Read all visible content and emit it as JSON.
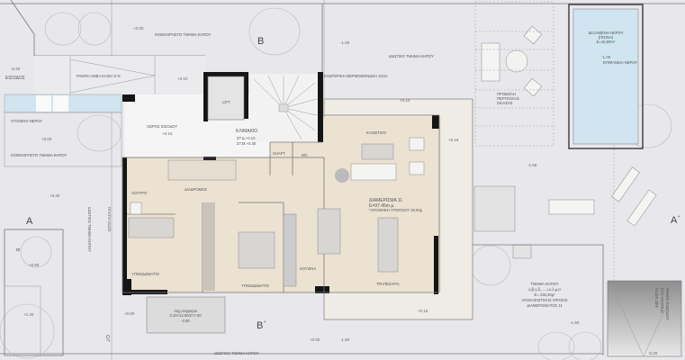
{
  "colors": {
    "background": "#e8e8ec",
    "interior": "#ece2d2",
    "terrace": "#efece6",
    "entrance_floor": "#f5f5f5",
    "water": "#cfe5f0",
    "walls": "#151515"
  },
  "labels": {
    "common_garden_top": "ΚΟΙΝΟΧΡΗΣΤΟ ΤΜΗΜΑ ΚΗΠΟΥ",
    "common_garden_left": "ΚΟΙΝΟΧΡΗΣΤΟ ΤΜΗΜΑ ΚΗΠΟΥ",
    "private_garden_top": "ΙΔΙΩΤΙΚΟ ΤΜΗΜΑ ΚΗΠΟΥ",
    "private_garden_bottom": "ΙΔΙΩΤΙΚΟ ΤΜΗΜΑ ΚΗΠΟΥ",
    "private_garden_vertical": "ΙΔΙΩΤΙΚΟ ΤΜΗΜΑ ΚΗΠΟΥ",
    "side_road": "ΠΛΑΓΙΑ ΟΔΟΣ",
    "insulation": "ΕΞΩΤΕΡΙΚΗ ΘΕΡΜΟΜΟΝΩΣΗ 10cm",
    "entrance": "ΕΙΣΟΔΟΣ",
    "ramp": "ΡΑΜΠΑ ΑΜΕΑ ΚΛΙΣΗ 6 %",
    "water_feature": "ΣΤΟΙΧΕΙΟ ΝΕΡΟΥ",
    "lift": "LIFT",
    "entrance_hall": "ΧΩΡΟΣ ΕΙΣΟΔΟΥ",
    "stairwell": "ΚΛΙΜΑΚΙΟ",
    "stair_levels": [
      "ΣΤ.Δ.+0.10",
      "ΣΤ.Μ.+0.30"
    ],
    "shaft": "SHAFT",
    "wc": "WC",
    "living_room": "ΚΑΘΙΣΤΙΚΟ",
    "bathroom": "ΛΟΥΤΡΟ",
    "corridor": "ΔΙΑΔΡΟΜΟΣ",
    "bedroom_1": "ΥΠΝΟΔΩΜΑΤΙΟ",
    "bedroom_2": "ΥΠΝΟΔΩΜΑΤΙΟ",
    "kitchen": "ΚΟΥΖΙΝΑ",
    "dining": "ΤΡΑΠΕΖΑΡΙΑ",
    "apartment": [
      "ΔΙΑΜΕΡΙΣΜΑ 11",
      "Ε=97.45m μ.",
      "*ΑΠΟΘΗΚΗ ΥΠΟΓΕΙΟΥ 33,00μ"
    ],
    "pool": [
      "ΔΕΞΑΜΕΝΗ ΝΕΡΟΥ",
      "(ΠΙΣΙΝΑ)",
      "Ε=16,80m²"
    ],
    "water_surface": "ΕΠΙΦΑΝΕΙΑ ΝΕΡΟΥ",
    "pergola": [
      "ΠΡΟΒΟΛΗ",
      "ΠΕΡΓΚΟΛΑΣ",
      "ΣΚΙΑΣΗΣ"
    ],
    "garden_part": [
      "ΤΜΗΜΑ ΚΗΠΟΥ",
      "α,β,γ,δ,......ι,κ,λ,μ,α",
      "Ε= 236,30μ²",
      "ΑΠΟΚΛΕΙΣΤΙΚΗΣ ΧΡΗΣΗΣ",
      "ΔΙΑΜΕΡΙΣΜΑΤΟΣ 11"
    ],
    "pit": [
      "τοιχ.ανηφορια",
      "3.10×14.00/2×7.00",
      "-2.80"
    ],
    "ramp_down": [
      "ΡΑΜΠΑ ΚΑΘΟΔΟΥ",
      "ΣΤΟ ΥΠΟΓΕΙΟ",
      "ΚΛΙΣΗ 20%"
    ],
    "og": "Ο.Γ"
  },
  "zones": {
    "A": "A",
    "A_prime": "A΄",
    "B": "B",
    "B_prime": "B΄",
    "B_circle": "B"
  },
  "levels": {
    "top_common": "+0.00",
    "top_private": "-1.00",
    "entrance": "-0.30",
    "ramp_top": "+0.10",
    "water_garden": "+0.00",
    "hall": "+0.10",
    "terrace_top": "+0.10",
    "terrace_right": "+0.15",
    "pool_water": "-1.00",
    "garden_east": "-1.00",
    "left_mid": "+0.40",
    "circle_garden": "+0.80",
    "left_low": "+1.20",
    "below_bedroom": "+0.00",
    "bottom_mid": "+0.00",
    "terrace_bottom": "+0.15",
    "garden_sw": "-1.50",
    "garden_se": "-1.50",
    "ramp_bottom": "-0.20"
  }
}
